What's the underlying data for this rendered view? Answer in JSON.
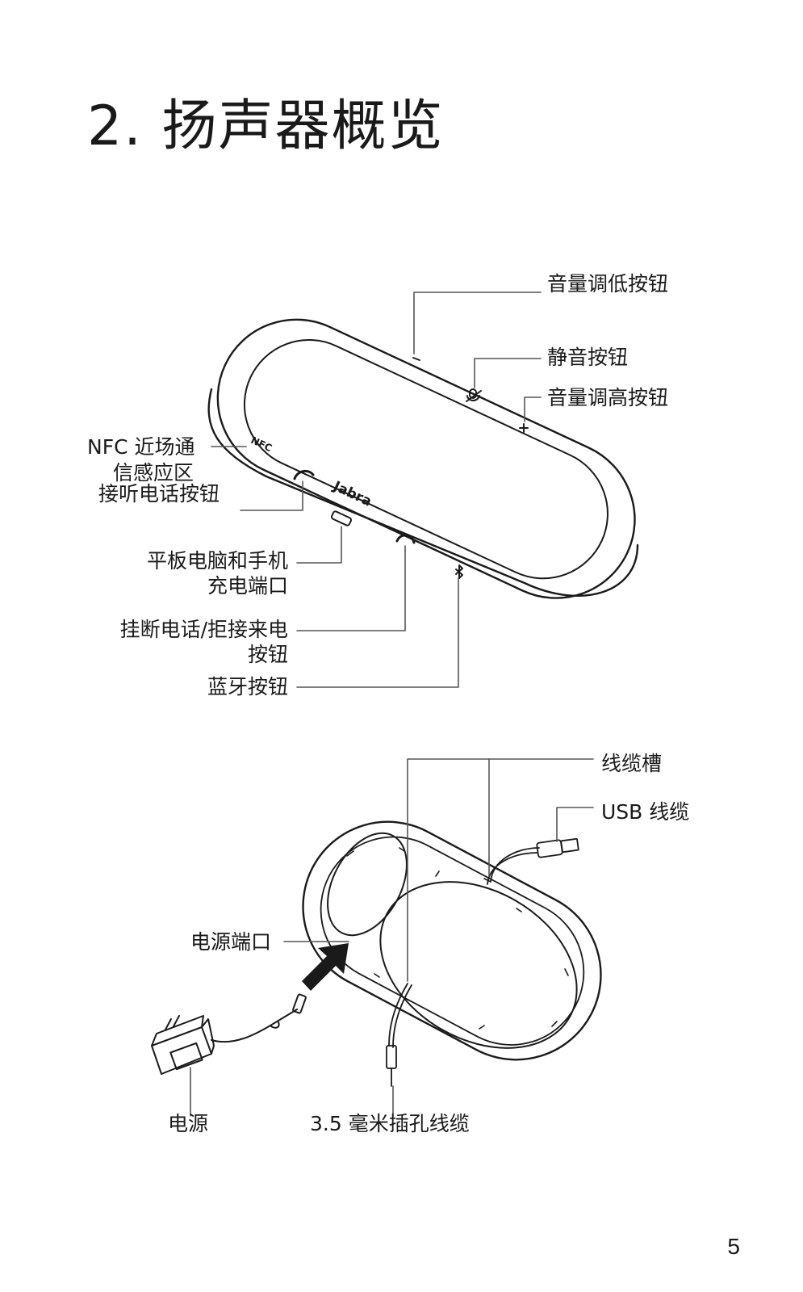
{
  "page": {
    "title": "2.  扬声器概览",
    "page_number": "5"
  },
  "diagram_top": {
    "device_logo": "Jabra",
    "nfc_marking": "NFC",
    "labels": {
      "volume_down": "音量调低按钮",
      "mute": "静音按钮",
      "volume_up": "音量调高按钮",
      "nfc_area_line1": "NFC 近场通",
      "nfc_area_line2": "信感应区",
      "answer_call": "接听电话按钮",
      "charge_port_line1": "平板电脑和手机",
      "charge_port_line2": "充电端口",
      "end_call_line1": "挂断电话/拒接来电",
      "end_call_line2": "按钮",
      "bluetooth": "蓝牙按钮"
    }
  },
  "diagram_bottom": {
    "labels": {
      "cable_slot": "线缆槽",
      "usb_cable": "USB 线缆",
      "power_port": "电源端口",
      "power_supply": "电源",
      "jack_cable": "3.5 毫米插孔线缆"
    }
  }
}
